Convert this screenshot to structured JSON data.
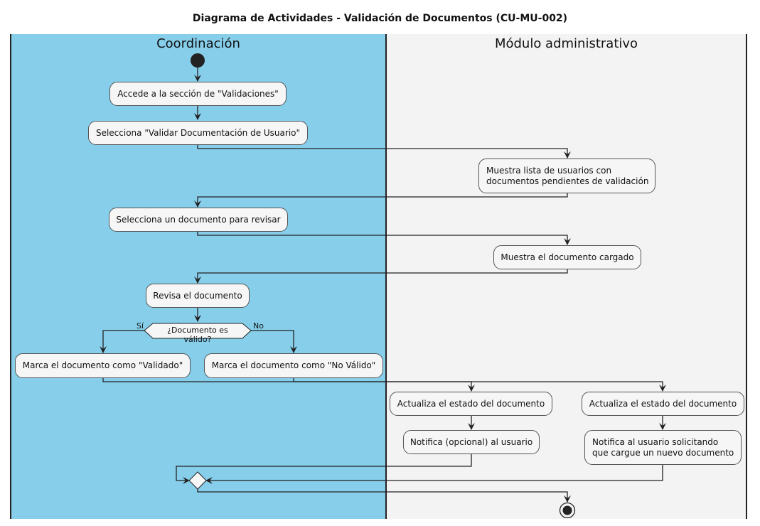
{
  "title": "Diagrama de Actividades - Validación de Documentos (CU-MU-002)",
  "lanes": {
    "coordinacion": "Coordinación",
    "modulo": "Módulo administrativo"
  },
  "colors": {
    "coordinacion_lane": "#87CEEB",
    "modulo_lane": "#F3F3F3",
    "node_fill": "#F6F6F6"
  },
  "activities": {
    "accede": "Accede a la sección de \"Validaciones\"",
    "selecciona_validar": "Selecciona \"Validar Documentación de Usuario\"",
    "muestra_lista_1": "Muestra lista de usuarios con",
    "muestra_lista_2": "documentos pendientes de validación",
    "selecciona_doc": "Selecciona un documento para revisar",
    "muestra_doc": "Muestra el documento cargado",
    "revisa": "Revisa el documento",
    "decision": "¿Documento es válido?",
    "si": "Sí",
    "no": "No",
    "marca_validado": "Marca el documento como \"Validado\"",
    "marca_no_valido": "Marca el documento como \"No Válido\"",
    "actualiza_1": "Actualiza el estado del documento",
    "actualiza_2": "Actualiza el estado del documento",
    "notifica_opcional": "Notifica (opcional) al usuario",
    "notifica_solicitando_1": "Notifica al usuario solicitando",
    "notifica_solicitando_2": "que cargue un nuevo documento"
  }
}
